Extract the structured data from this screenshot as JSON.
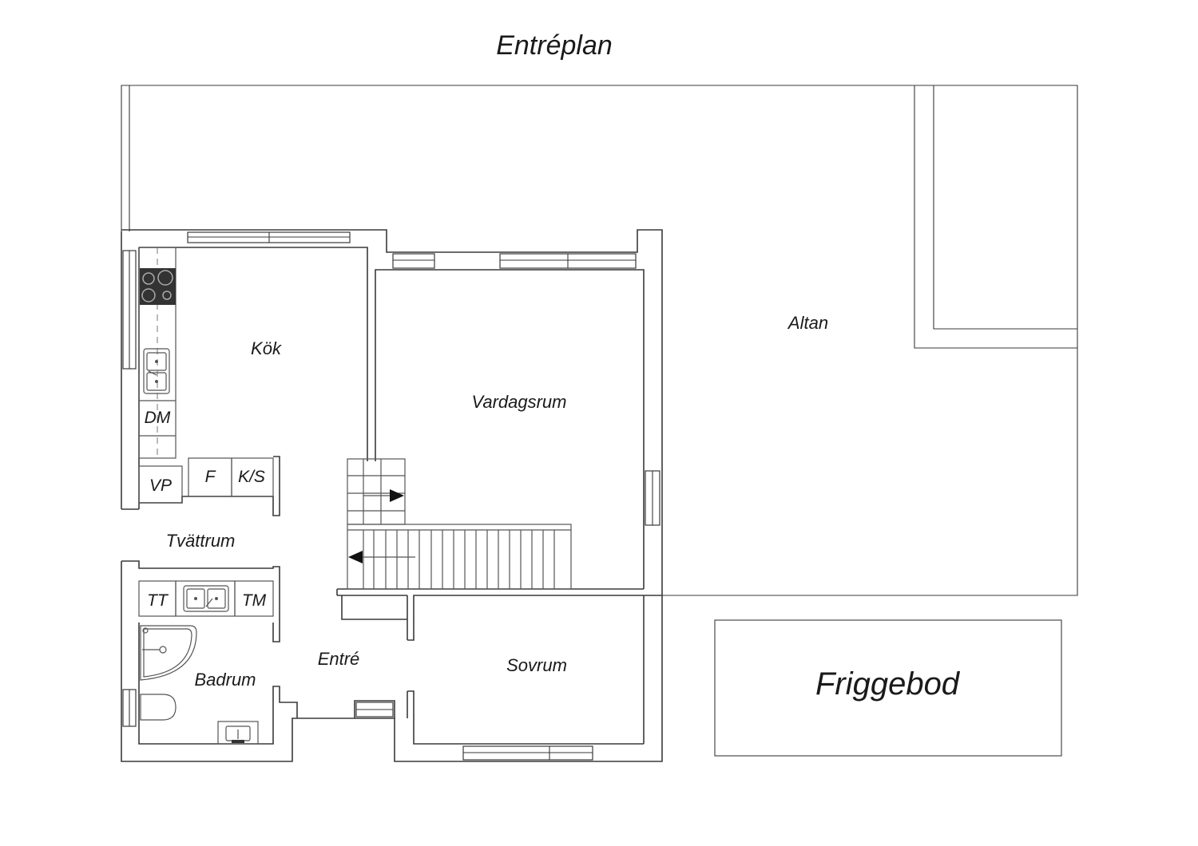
{
  "title": "Entréplan",
  "rooms": {
    "kok": "Kök",
    "vardagsrum": "Vardagsrum",
    "altan": "Altan",
    "tvattrum": "Tvättrum",
    "entre": "Entré",
    "badrum": "Badrum",
    "sovrum": "Sovrum",
    "friggebod": "Friggebod"
  },
  "fixtures": {
    "dm": "DM",
    "vp": "VP",
    "f": "F",
    "ks": "K/S",
    "tt": "TT",
    "tm": "TM"
  },
  "colors": {
    "wall": "#3a3a3a",
    "stove": "#333333",
    "background": "#ffffff"
  }
}
